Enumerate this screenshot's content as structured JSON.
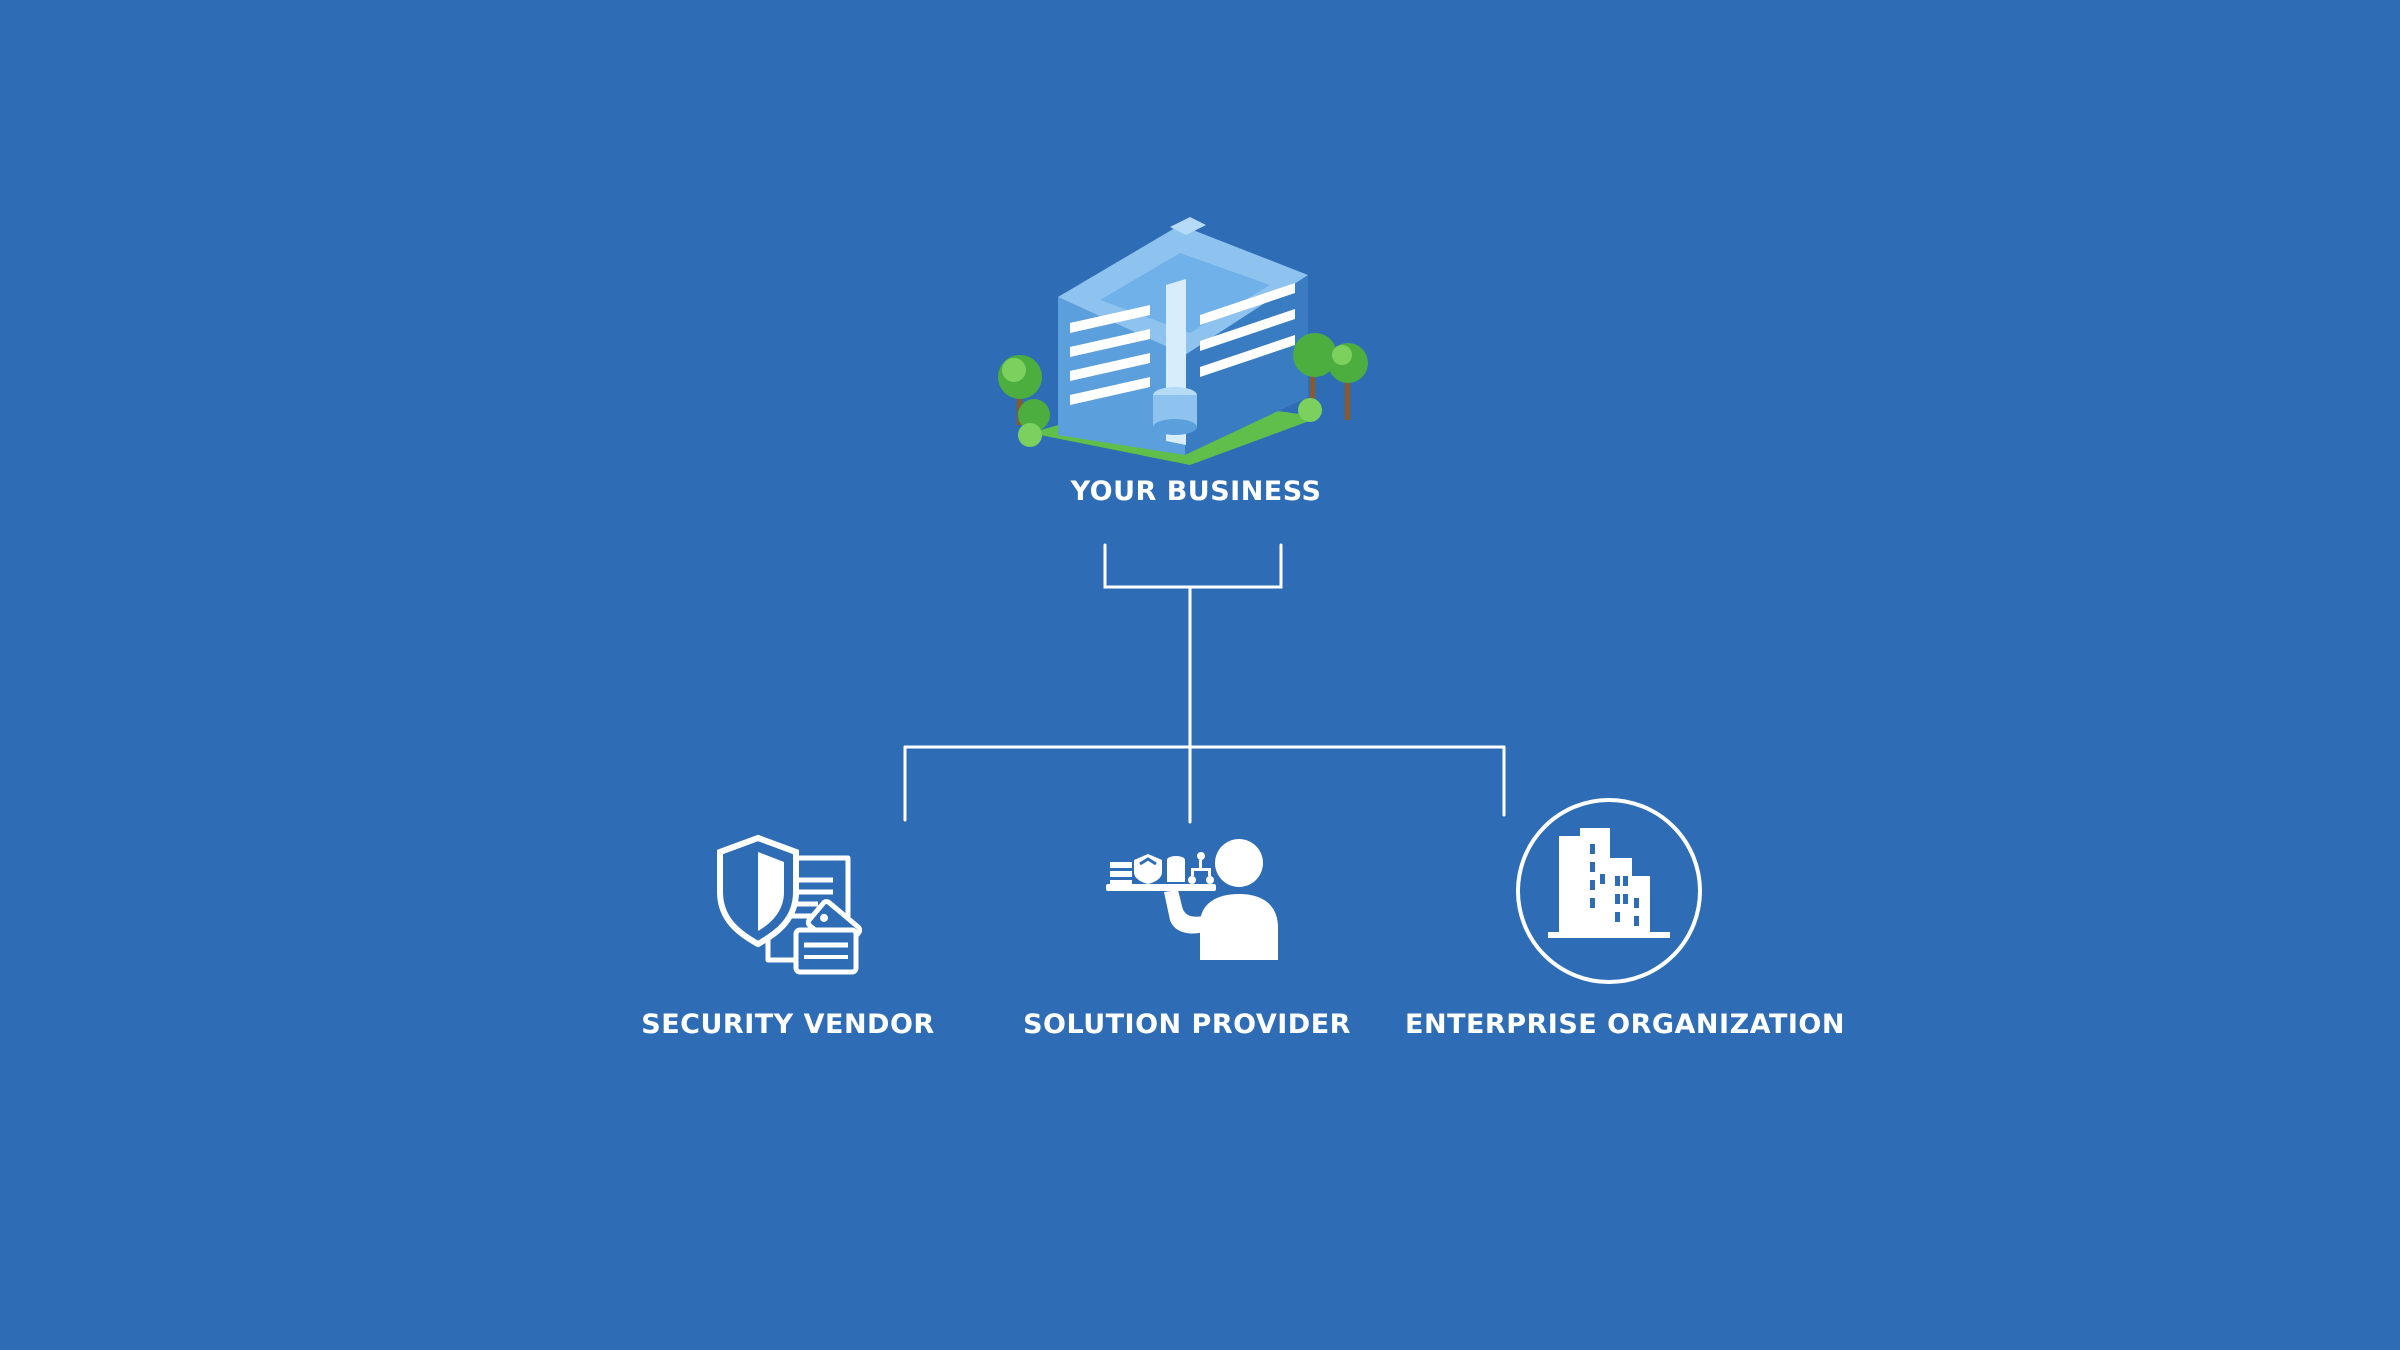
{
  "colors": {
    "background": "#2e6db5",
    "foreground": "#ffffff",
    "building_light": "#8fc3ef",
    "building_mid": "#5b9fdc",
    "building_dark": "#3a7cc2",
    "tree_green": "#4cae3f",
    "tree_light": "#7bd05e",
    "grass": "#5fbf4a"
  },
  "root": {
    "label": "YOUR BUSINESS",
    "icon": "office-building-icon"
  },
  "children": [
    {
      "label": "SECURITY VENDOR",
      "icon": "shield-document-card-icon"
    },
    {
      "label": "SOLUTION PROVIDER",
      "icon": "waiter-serving-tray-icon"
    },
    {
      "label": "ENTERPRISE ORGANIZATION",
      "icon": "circled-city-buildings-icon"
    }
  ]
}
